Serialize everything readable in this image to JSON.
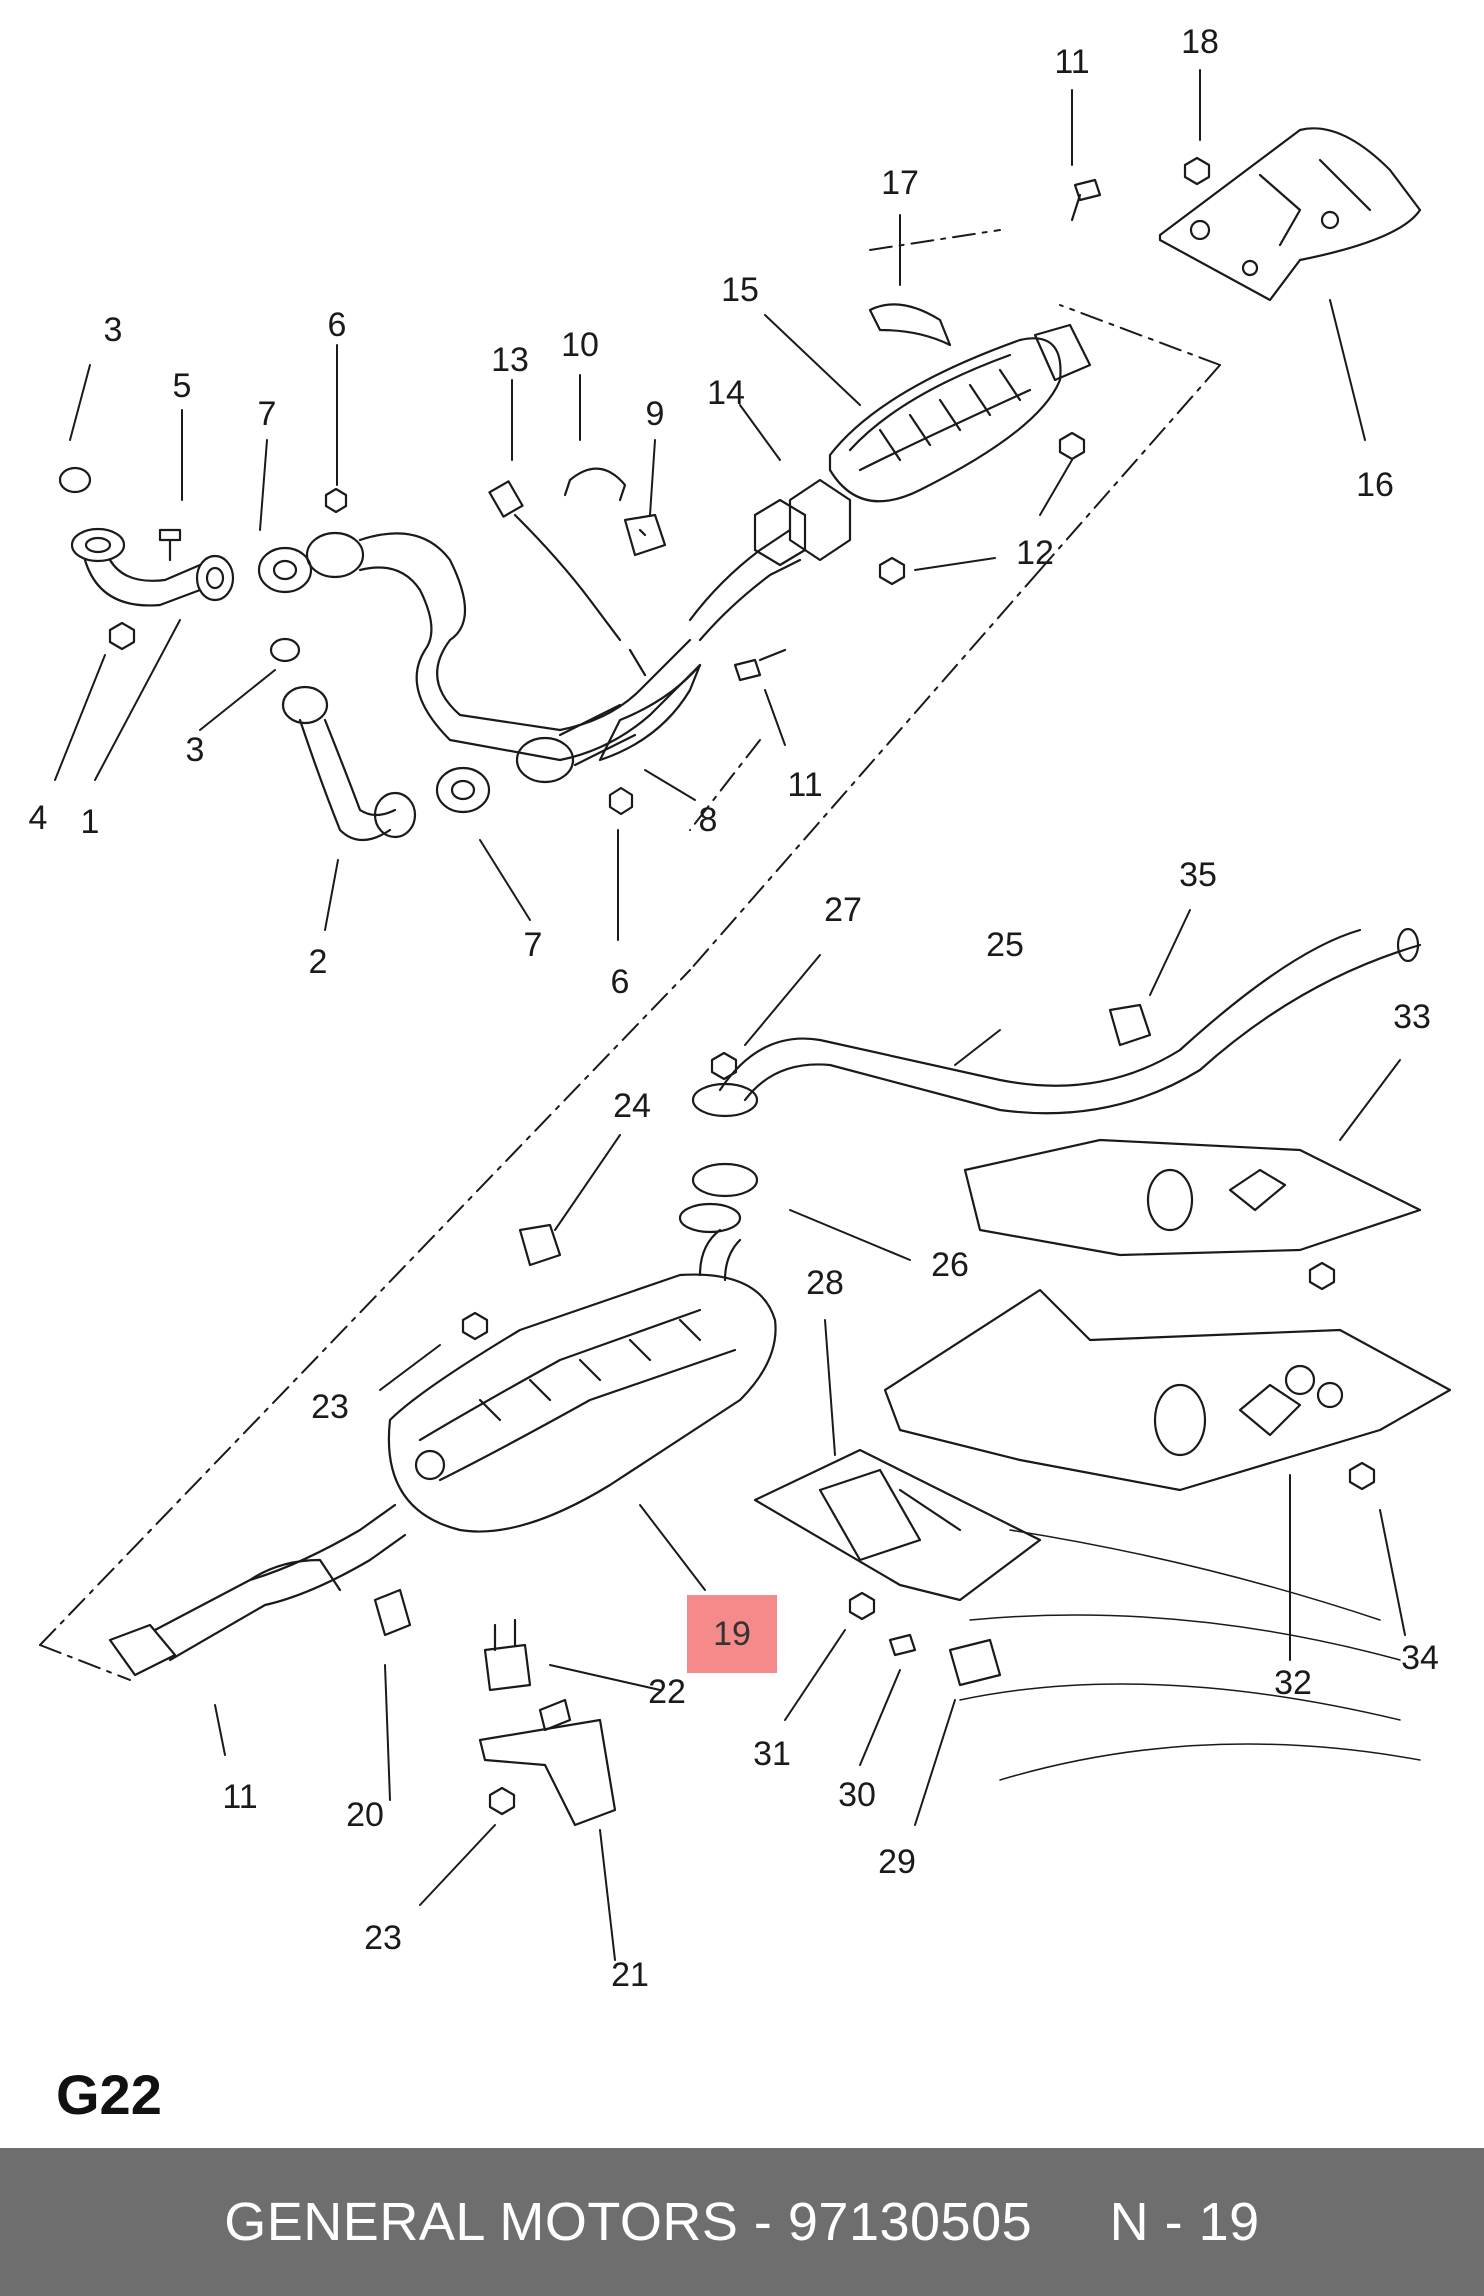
{
  "diagram": {
    "section_code": "G22",
    "callouts": [
      "1",
      "2",
      "3",
      "3",
      "4",
      "5",
      "6",
      "6",
      "7",
      "7",
      "8",
      "9",
      "10",
      "11",
      "11",
      "11",
      "12",
      "12",
      "13",
      "14",
      "15",
      "16",
      "17",
      "18",
      "19",
      "20",
      "21",
      "22",
      "23",
      "23",
      "24",
      "25",
      "26",
      "27",
      "28",
      "29",
      "30",
      "31",
      "32",
      "33",
      "34",
      "35"
    ],
    "highlighted_part": "19"
  },
  "footer": {
    "brand": "GENERAL MOTORS",
    "separator": " - ",
    "part_number": "97130505",
    "ref": "N - 19"
  },
  "colors": {
    "line": "#1a1a1a",
    "highlight": "#f58a8a",
    "footer_bg": "#6e6e6e",
    "footer_text": "#ffffff"
  }
}
